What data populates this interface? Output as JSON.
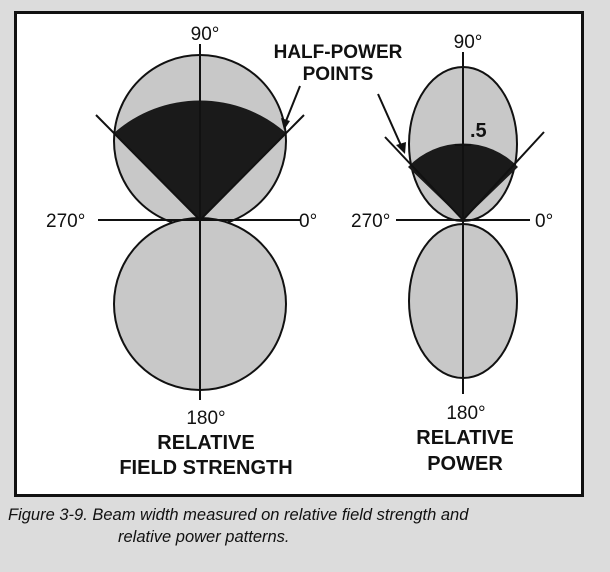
{
  "figure": {
    "colors": {
      "lobe_fill": "#c8c8c8",
      "beam_fill": "#1a1a1a",
      "line": "#111111",
      "frame_bg": "#ffffff",
      "page_bg": "#dcdcdc"
    },
    "annotation": {
      "line1": "HALF-POWER",
      "line2": "POINTS"
    },
    "left_pattern": {
      "angle_top": "90°",
      "angle_left": "270°",
      "angle_right": "0°",
      "angle_bottom": "180°",
      "title_line1": "RELATIVE",
      "title_line2": "FIELD STRENGTH"
    },
    "right_pattern": {
      "angle_top": "90°",
      "angle_left": "270°",
      "angle_right": "0°",
      "angle_bottom": "180°",
      "value_label": ".5",
      "title_line1": "RELATIVE",
      "title_line2": "POWER"
    }
  },
  "caption": {
    "line1": "Figure 3-9. Beam width measured on relative field strength and",
    "line2": "relative power patterns."
  }
}
